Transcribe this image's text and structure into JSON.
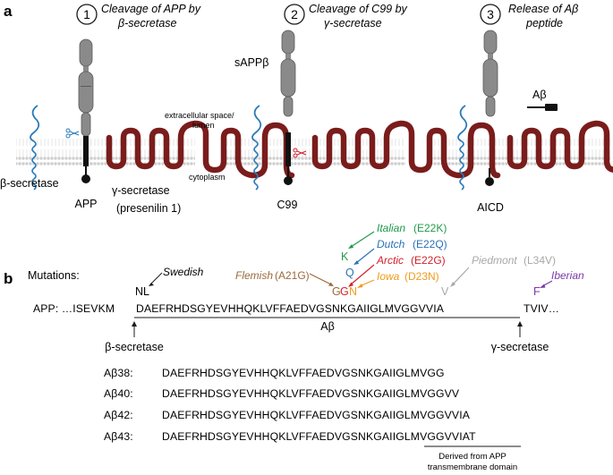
{
  "panel_a": {
    "letter": "a",
    "steps": [
      {
        "number": "1",
        "title_line1": "Cleavage of APP by",
        "title_line2": "β-secretase"
      },
      {
        "number": "2",
        "title_line1": "Cleavage of C99 by",
        "title_line2": "γ-secretase"
      },
      {
        "number": "3",
        "title_line1": "Release of Aβ",
        "title_line2": "peptide"
      }
    ],
    "labels": {
      "beta_secretase": "β-secretase",
      "app": "APP",
      "gamma_secretase": "γ-secretase",
      "presenilin": "(presenilin 1)",
      "extracellular_line1": "extracellular space/",
      "extracellular_line2": "lumen",
      "cytoplasm": "cytoplasm",
      "sappb": "sAPPβ",
      "c99": "C99",
      "abeta": "Aβ",
      "aicd": "AICD"
    },
    "colors": {
      "membrane": "#d2d2d2",
      "app_body": "#8a8a8a",
      "gamma_secretase": "#7a1c1c",
      "beta_secretase": "#2a7ab8"
    }
  },
  "panel_b": {
    "letter": "b",
    "mutations_label": "Mutations:",
    "app_prefix": "APP: …ISEVKM",
    "app_core": "DAEFRHDSGYEVHHQKLVFFAEDVGSNKGAIIGLMVGGVVIA",
    "app_suffix": "TVIV…",
    "abeta_label": "Aβ",
    "beta_cleavage": "β-secretase",
    "gamma_cleavage": "γ-secretase",
    "mutations": [
      {
        "name": "Swedish",
        "code": "",
        "residue": "NL",
        "color": "#1a1a1a"
      },
      {
        "name": "Flemish",
        "code": "(A21G)",
        "residue": "G",
        "color": "#9b6a3c"
      },
      {
        "name": "Italian",
        "code": "(E22K)",
        "residue": "K",
        "color": "#1f9b4a"
      },
      {
        "name": "Dutch",
        "code": "(E22Q)",
        "residue": "Q",
        "color": "#2a72b8"
      },
      {
        "name": "Arctic",
        "code": "(E22G)",
        "residue": "G",
        "color": "#d4212a"
      },
      {
        "name": "Iowa",
        "code": "(D23N)",
        "residue": "N",
        "color": "#ef9b1a"
      },
      {
        "name": "Piedmont",
        "code": "(L34V)",
        "residue": "V",
        "color": "#a8a8a8"
      },
      {
        "name": "Iberian",
        "code": "",
        "residue": "F",
        "color": "#7b3aa8"
      }
    ],
    "peptides": [
      {
        "name": "Aβ38:",
        "sequence": "DAEFRHDSGYEVHHQKLVFFAEDVGSNKGAIIGLMVGG"
      },
      {
        "name": "Aβ40:",
        "sequence": "DAEFRHDSGYEVHHQKLVFFAEDVGSNKGAIIGLMVGGVV"
      },
      {
        "name": "Aβ42:",
        "sequence": "DAEFRHDSGYEVHHQKLVFFAEDVGSNKGAIIGLMVGGVVIA"
      },
      {
        "name": "Aβ43:",
        "sequence": "DAEFRHDSGYEVHHQKLVFFAEDVGSNKGAIIGLMVGGVVIAT"
      }
    ],
    "tm_label_line1": "Derived from APP",
    "tm_label_line2": "transmembrane domain"
  }
}
